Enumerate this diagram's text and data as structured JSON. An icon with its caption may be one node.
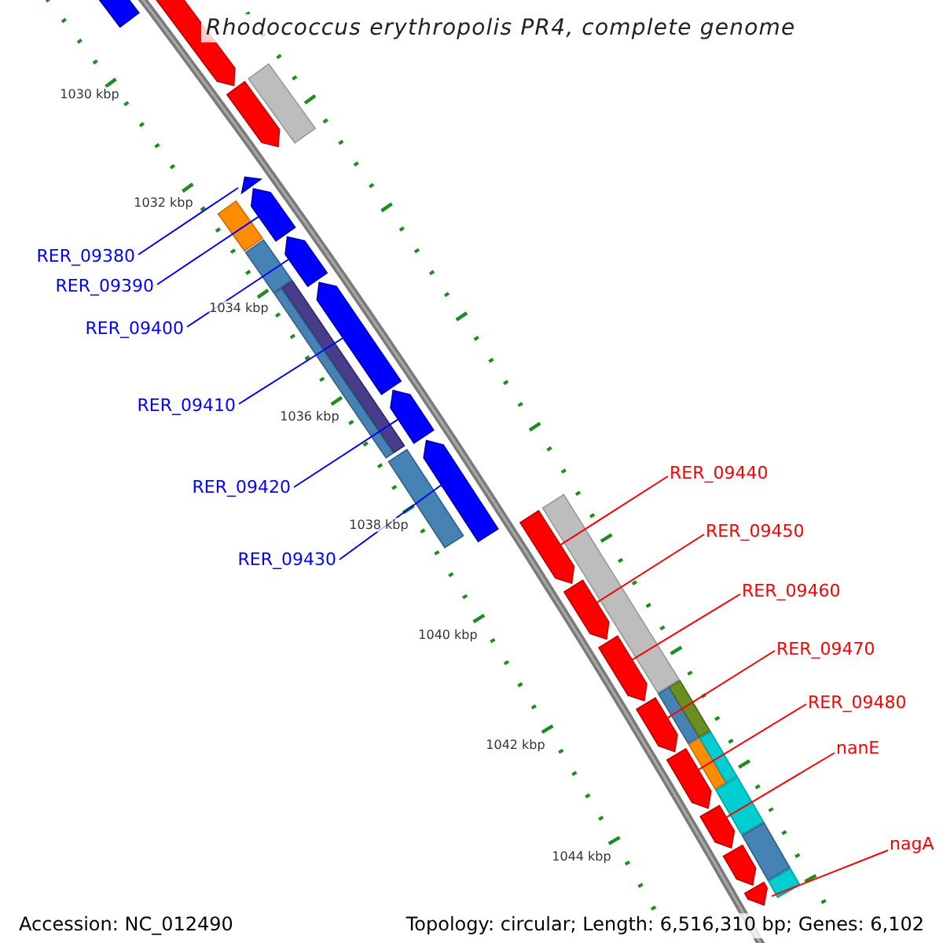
{
  "diagram": {
    "title": "Rhodococcus erythropolis PR4, complete genome",
    "nodes": [
      {
        "text": [
          "RER_09380"
        ]
      },
      {
        "text": [
          "RER_09390"
        ]
      },
      {
        "text": [
          "RER_09400"
        ]
      },
      {
        "text": [
          "RER_09410"
        ]
      },
      {
        "text": [
          "RER_09420"
        ]
      },
      {
        "text": [
          "RER_09430"
        ]
      },
      {
        "text": [],
        "shape": "arrow"
      },
      {
        "text": [],
        "shape": "arrow"
      },
      {
        "text": [],
        "shape": "arrow"
      },
      {
        "text": [],
        "shape": "arrow"
      },
      {
        "text": [],
        "shape": "arrow"
      },
      {
        "text": [],
        "shape": "arrow"
      },
      {
        "text": [
          "RER_09440"
        ]
      },
      {
        "text": [
          "RER_09450"
        ]
      },
      {
        "text": [
          "RER_09460"
        ]
      },
      {
        "text": [
          "RER_09470"
        ]
      },
      {
        "text": [
          "RER_09480"
        ]
      },
      {
        "text": [
          "nanE"
        ]
      },
      {
        "text": [
          "nagA"
        ]
      },
      {
        "text": [],
        "shape": "arrow"
      },
      {
        "text": [],
        "shape": "arrow"
      },
      {
        "text": [],
        "shape": "arrow"
      },
      {
        "text": [],
        "shape": "arrow"
      },
      {
        "text": [],
        "shape": "arrow"
      },
      {
        "text": [],
        "shape": "arrow"
      },
      {
        "text": [],
        "shape": "arrow"
      },
      {
        "text": [],
        "shape": "arrow"
      },
      {
        "text": [],
        "shape": "arrow"
      },
      {
        "text": [],
        "shape": "arrow"
      },
      {
        "text": [],
        "shape": "bar"
      },
      {
        "text": [],
        "shape": "bar"
      },
      {
        "text": [],
        "shape": "bar"
      },
      {
        "text": [],
        "shape": "bar"
      },
      {
        "text": [],
        "shape": "bar"
      },
      {
        "text": [],
        "shape": "arrow"
      },
      {
        "text": [],
        "shape": "bar"
      },
      {
        "text": [],
        "shape": "bar"
      },
      {
        "text": [],
        "shape": "bar"
      },
      {
        "text": [],
        "shape": "bar"
      },
      {
        "text": [],
        "shape": "bar"
      },
      {
        "text": [],
        "shape": "bar"
      },
      {
        "text": [],
        "shape": "bar"
      },
      {
        "text": [],
        "shape": "bar"
      },
      {
        "text": [],
        "shape": "bar"
      }
    ],
    "edges": [
      {
        "from": 0,
        "to": 6,
        "arrow": "none",
        "color": "#0000ff"
      },
      {
        "from": 1,
        "to": 7,
        "arrow": "none",
        "color": "#0000ff"
      },
      {
        "from": 2,
        "to": 8,
        "arrow": "none",
        "color": "#0000ff"
      },
      {
        "from": 3,
        "to": 9,
        "arrow": "none",
        "color": "#0000ff"
      },
      {
        "from": 4,
        "to": 10,
        "arrow": "none",
        "color": "#0000ff"
      },
      {
        "from": 5,
        "to": 11,
        "arrow": "none",
        "color": "#0000ff"
      },
      {
        "from": 12,
        "to": 19,
        "arrow": "none"
      },
      {
        "from": 13,
        "to": 20,
        "arrow": "none"
      },
      {
        "from": 14,
        "to": 21,
        "arrow": "none"
      },
      {
        "from": 15,
        "to": 22,
        "arrow": "none"
      },
      {
        "from": 16,
        "to": 23,
        "arrow": "none"
      },
      {
        "from": 17,
        "to": 24,
        "arrow": "none"
      },
      {
        "from": 18,
        "to": 25,
        "arrow": "none"
      }
    ],
    "labels": [
      "1030 kbp",
      "1032 kbp",
      "1034 kbp",
      "1036 kbp",
      "1038 kbp",
      "1040 kbp",
      "1042 kbp",
      "1044 kbp",
      "Accession: NC_012490",
      "Topology: circular; Length: 6,516,310 bp; Genes: 6,102"
    ]
  }
}
